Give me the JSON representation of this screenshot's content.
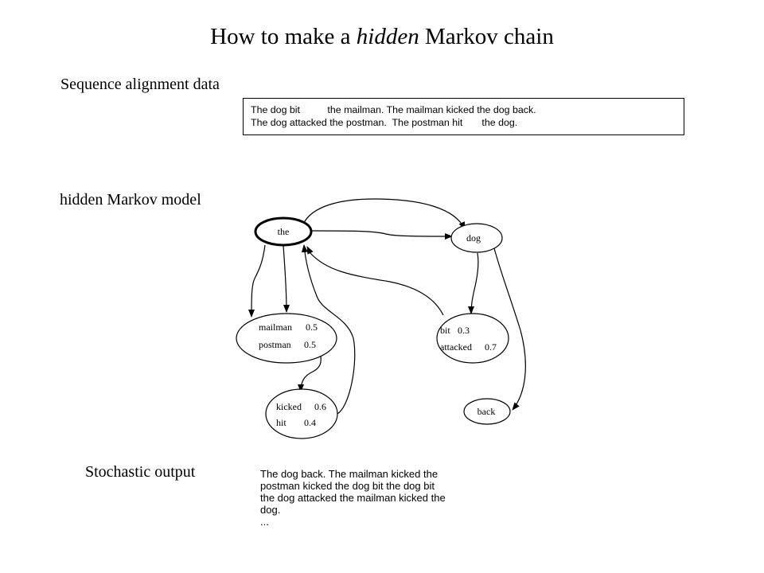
{
  "title": {
    "pre": "How to make a ",
    "italic": "hidden",
    "post": " Markov chain"
  },
  "sections": {
    "sequence_heading": "Sequence alignment data",
    "hmm_heading": "hidden Markov model",
    "output_heading": "Stochastic output"
  },
  "sequence_data": [
    "The dog bit          the mailman. The mailman kicked the dog back.",
    "The dog attacked the postman.  The postman hit       the dog."
  ],
  "states": {
    "the": {
      "label": "the"
    },
    "dog": {
      "label": "dog"
    },
    "nouns": {
      "lines": [
        [
          "mailman",
          "0.5"
        ],
        [
          "postman",
          "0.5"
        ]
      ]
    },
    "verbs_dog": {
      "lines": [
        [
          "bit",
          "0.3"
        ],
        [
          "attacked",
          "0.7"
        ]
      ]
    },
    "verbs_noun": {
      "lines": [
        [
          "kicked",
          "0.6"
        ],
        [
          "hit",
          "0.4"
        ]
      ]
    },
    "back": {
      "label": "back"
    }
  },
  "transitions": [
    {
      "from": "the",
      "to": "dog"
    },
    {
      "from": "the",
      "to": "dog"
    },
    {
      "from": "the",
      "to": "nouns"
    },
    {
      "from": "the",
      "to": "nouns"
    },
    {
      "from": "nouns",
      "to": "verbs_noun"
    },
    {
      "from": "verbs_noun",
      "to": "the"
    },
    {
      "from": "dog",
      "to": "verbs_dog"
    },
    {
      "from": "verbs_dog",
      "to": "the"
    },
    {
      "from": "dog",
      "to": "back"
    }
  ],
  "stochastic_output": [
    "The dog back. The mailman kicked the",
    "postman kicked the dog bit the dog bit",
    "the dog attacked the mailman kicked the",
    "dog.",
    "..."
  ]
}
